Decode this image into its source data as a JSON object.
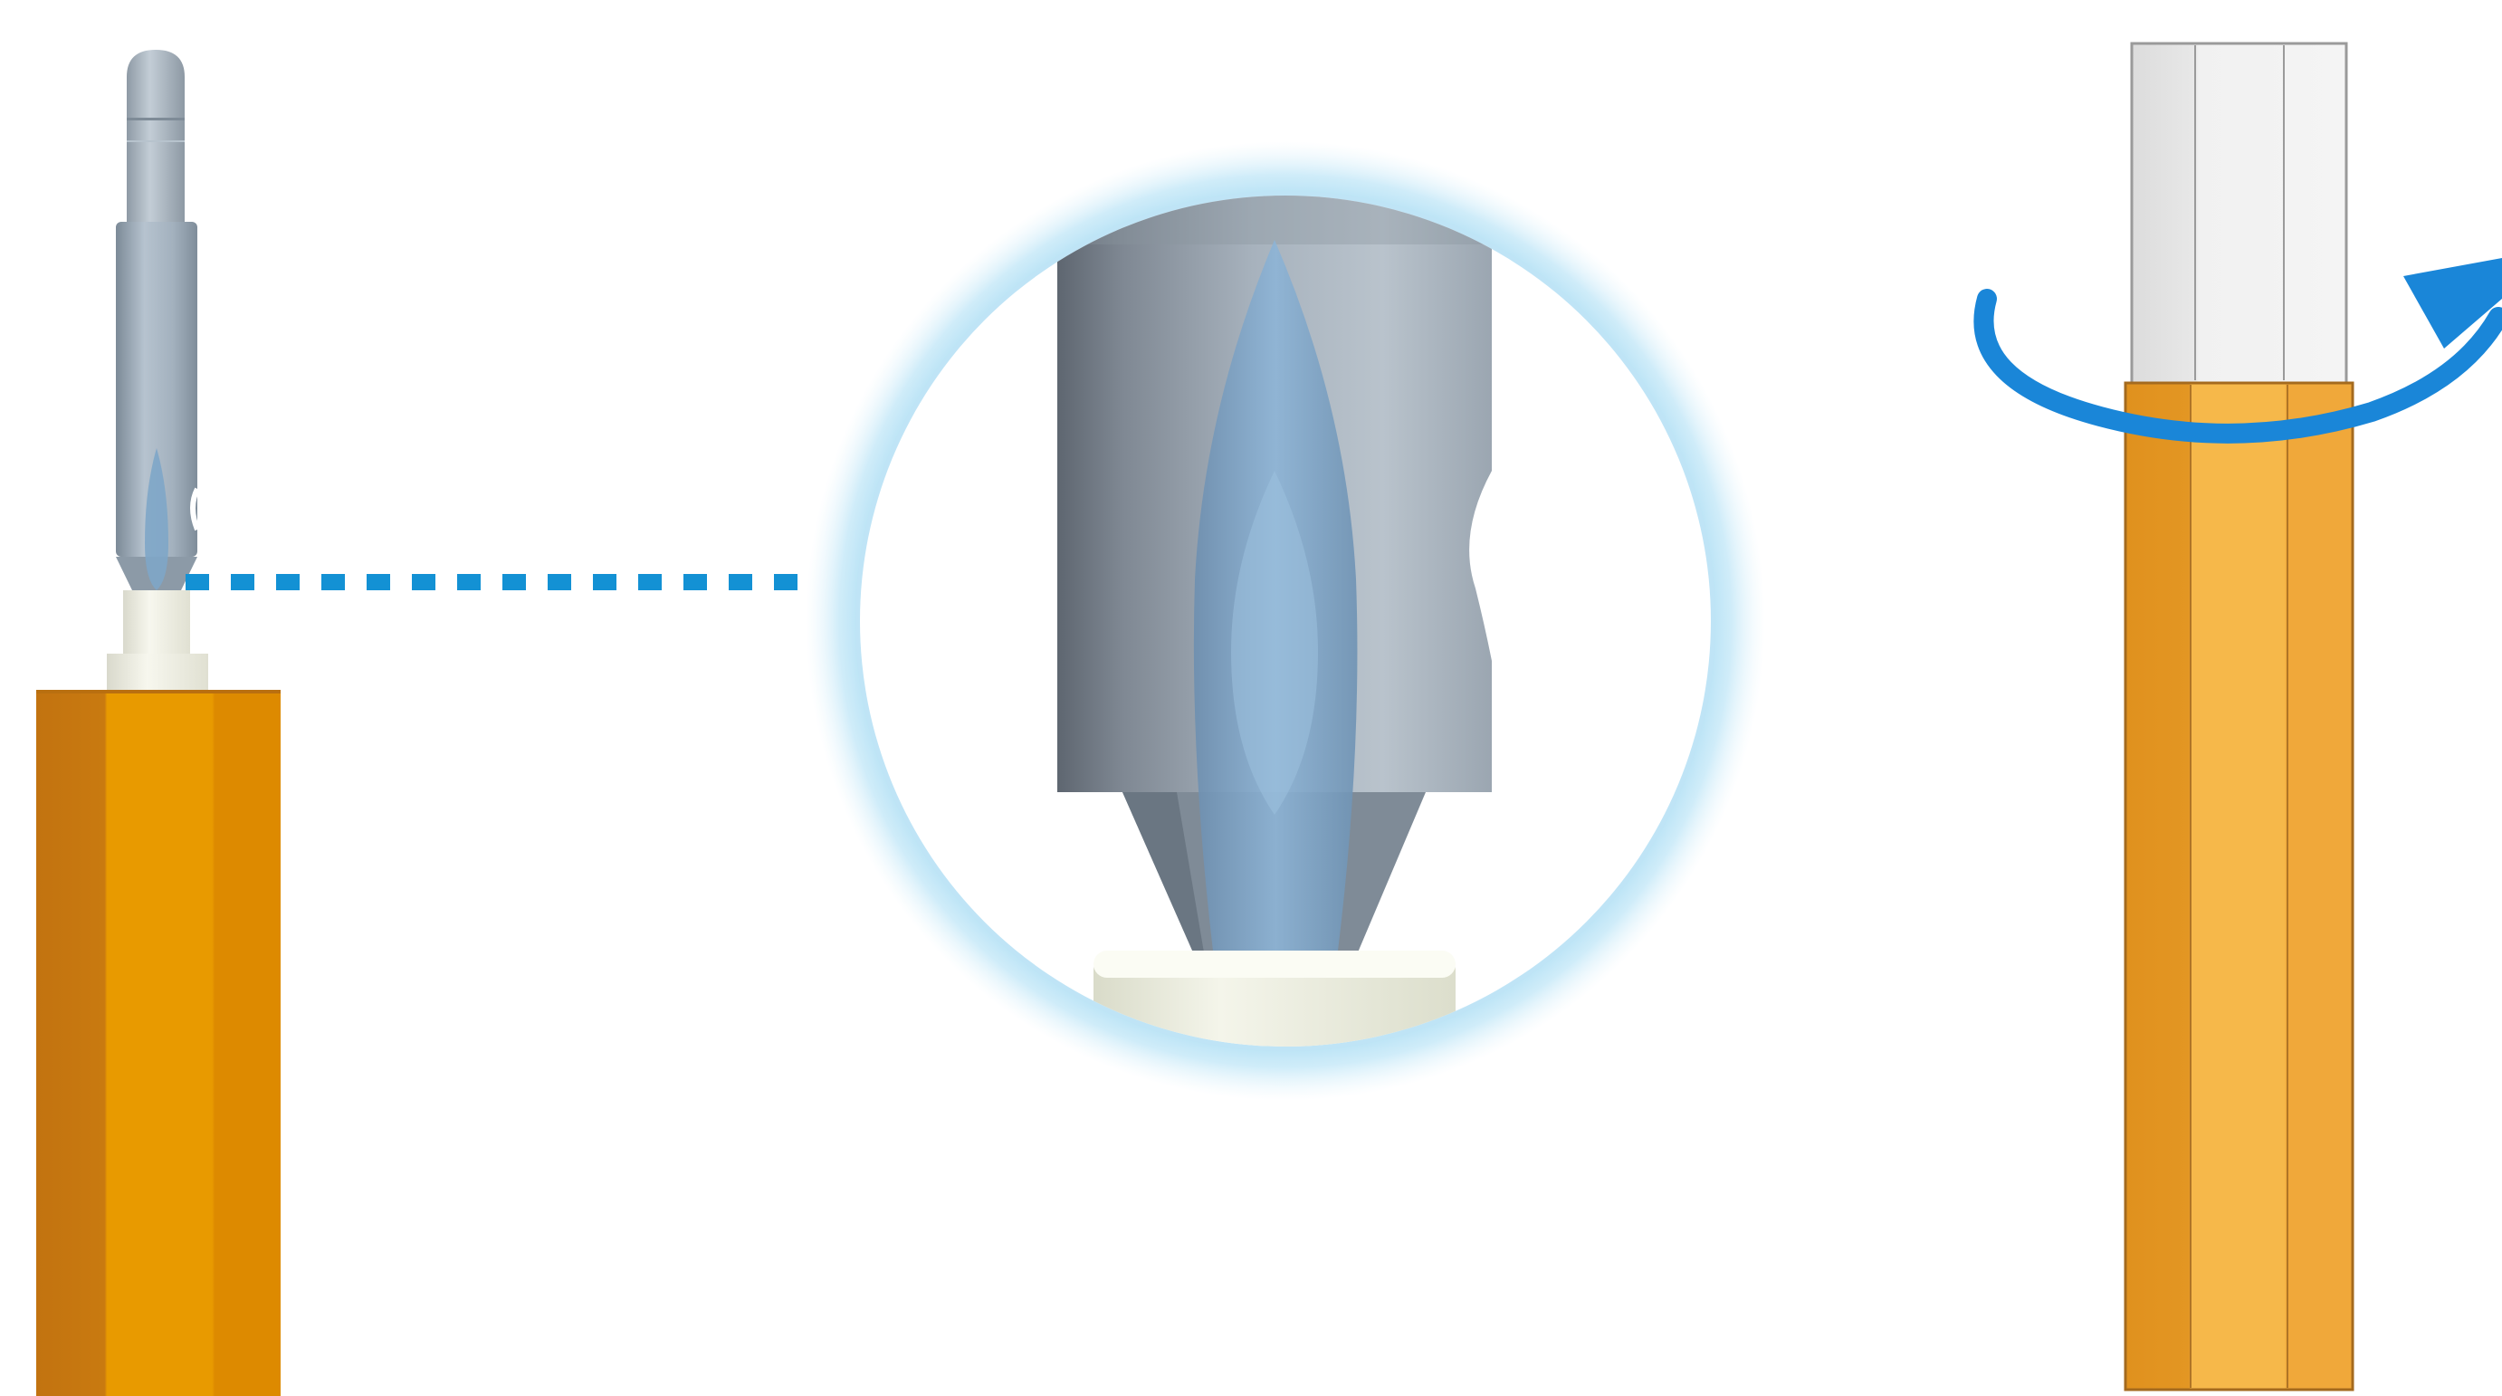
{
  "diagram": {
    "panels": [
      {
        "id": "tool-inserted",
        "description_icon": "cleaning-tool-with-probe-tip"
      },
      {
        "id": "magnified-tip",
        "description_icon": "magnifier-circle"
      },
      {
        "id": "tool-rotation",
        "description_icon": "rotate-arrow-icon"
      }
    ],
    "colors": {
      "background": "#ffffff",
      "tool_body_orange": "#e8a000",
      "tool_body_orange_dark": "#c97a10",
      "tool_body_orange_light": "#f6b84a",
      "probe_gray": "#9fb0bf",
      "probe_tip_blue": "#7ea6c8",
      "ferrule_white": "#f2f2e6",
      "connector_line_blue": "#1391d4",
      "rotate_arrow_blue": "#1a86d8",
      "magnifier_ring": "#bfe4f6",
      "cap_clear": "#e6e6e6"
    }
  }
}
